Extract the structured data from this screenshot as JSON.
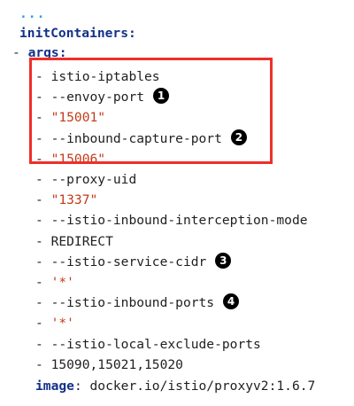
{
  "code": {
    "ellipsis": "...",
    "key_init_containers": "initContainers:",
    "args_prefix": "- ",
    "key_args": "args:",
    "lines": [
      {
        "text": "- istio-iptables",
        "kind": "plain",
        "badge": ""
      },
      {
        "text": "- --envoy-port",
        "kind": "plain",
        "badge": "1"
      },
      {
        "text": "- \"15001\"",
        "kind": "str",
        "badge": ""
      },
      {
        "text": "- --inbound-capture-port",
        "kind": "plain",
        "badge": "2"
      },
      {
        "text": "- \"15006\"",
        "kind": "str",
        "badge": ""
      },
      {
        "text": "- --proxy-uid",
        "kind": "plain",
        "badge": ""
      },
      {
        "text": "- \"1337\"",
        "kind": "str",
        "badge": ""
      },
      {
        "text": "- --istio-inbound-interception-mode",
        "kind": "plain",
        "badge": ""
      },
      {
        "text": "- REDIRECT",
        "kind": "plain",
        "badge": ""
      },
      {
        "text": "- --istio-service-cidr",
        "kind": "plain",
        "badge": "3"
      },
      {
        "text": "- '*'",
        "kind": "str",
        "badge": ""
      },
      {
        "text": "- --istio-inbound-ports",
        "kind": "plain",
        "badge": "4"
      },
      {
        "text": "- '*'",
        "kind": "str",
        "badge": ""
      },
      {
        "text": "- --istio-local-exclude-ports",
        "kind": "plain",
        "badge": ""
      },
      {
        "text": "- 15090,15021,15020",
        "kind": "plain",
        "badge": ""
      }
    ],
    "key_image": "image",
    "image_value": ": docker.io/istio/proxyv2:1.6.7"
  },
  "colors": {
    "key": "#14318a",
    "string": "#c23a18",
    "ellipsis": "#2f9fe0",
    "highlight_border": "#ee2f2a",
    "badge_bg": "#000000"
  }
}
